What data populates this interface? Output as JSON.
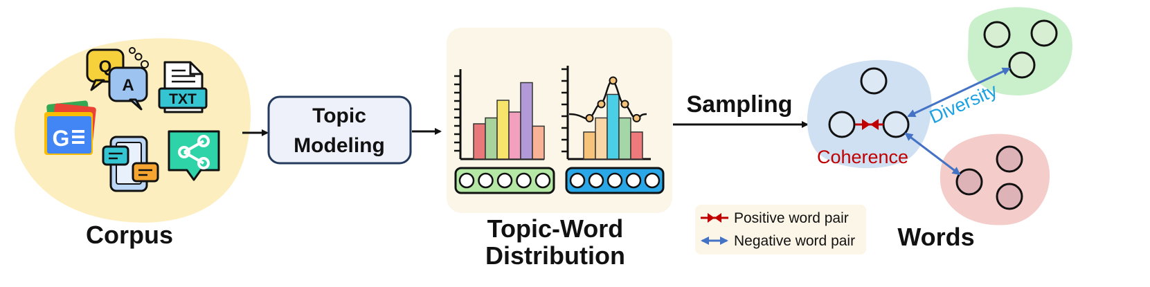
{
  "corpus": {
    "label": "Corpus",
    "qa_letters": [
      "Q",
      "A"
    ],
    "doc_badge": "TXT",
    "news_badge": "G"
  },
  "topic_modeling": {
    "line1": "Topic",
    "line2": "Modeling"
  },
  "distribution": {
    "line1": "Topic-Word",
    "line2": "Distribution",
    "charts": [
      {
        "values": [
          3,
          3.5,
          5,
          4,
          6.5,
          2.8
        ],
        "colors": [
          "#e8787a",
          "#a9d39c",
          "#f7e56b",
          "#f2a0bd",
          "#b29ad8",
          "#f8b396"
        ],
        "vector_color": "#b4e8a4",
        "vector_slots": 5
      },
      {
        "values": [
          2.3,
          3.5,
          5.5,
          3.5,
          2.3
        ],
        "colors": [
          "#f7c27a",
          "#f8d6a5",
          "#4bcfe6",
          "#a5d6a7",
          "#ee7a7c"
        ],
        "vector_color": "#2aa7e6",
        "vector_slots": 5,
        "curve": true
      }
    ]
  },
  "sampling": {
    "label": "Sampling"
  },
  "words": {
    "label": "Words",
    "coherence": "Coherence",
    "diversity": "Diversity",
    "cluster_colors": {
      "blue": "#cfe0f3",
      "green": "#c9f0cb",
      "red": "#f4cdca"
    }
  },
  "legend": {
    "positive": "Positive word pair",
    "negative": "Negative word pair"
  },
  "colors": {
    "positive_pair": "#c00000",
    "negative_pair": "#4472c4",
    "diversity_text": "#1ba1e2",
    "coherence_text": "#c00000"
  }
}
